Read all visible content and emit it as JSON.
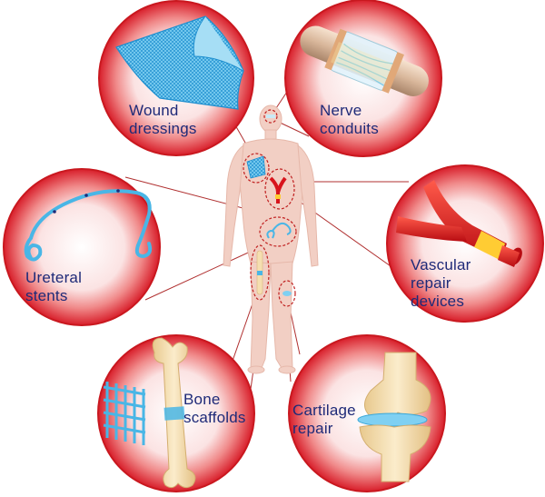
{
  "applications": [
    {
      "id": "wound",
      "line1": "Wound",
      "line2": "dressings",
      "line3": "",
      "icon": "mesh-sheet-icon"
    },
    {
      "id": "nerve",
      "line1": "Nerve",
      "line2": "conduits",
      "line3": "",
      "icon": "nerve-tube-icon"
    },
    {
      "id": "ureteral",
      "line1": "Ureteral",
      "line2": "stents",
      "line3": "",
      "icon": "stent-coil-icon"
    },
    {
      "id": "vascular",
      "line1": "Vascular",
      "line2": "repair",
      "line3": "devices",
      "icon": "vessel-y-icon"
    },
    {
      "id": "bone",
      "line1": "Bone",
      "line2": "scaffolds",
      "line3": "",
      "icon": "bone-icon"
    },
    {
      "id": "cartilage",
      "line1": "Cartilage",
      "line2": "repair",
      "line3": "",
      "icon": "knee-joint-icon"
    }
  ],
  "colors": {
    "circle_red": "#d81e2a",
    "circle_light": "#ffffff",
    "label_text": "#1e2a78",
    "body_skin": "#f2cfc4",
    "connector": "#b03030",
    "mesh_blue": "#49b6e6",
    "bone": "#f5deb0",
    "vessel_red": "#d8141c",
    "vessel_yellow": "#ffcc33"
  }
}
